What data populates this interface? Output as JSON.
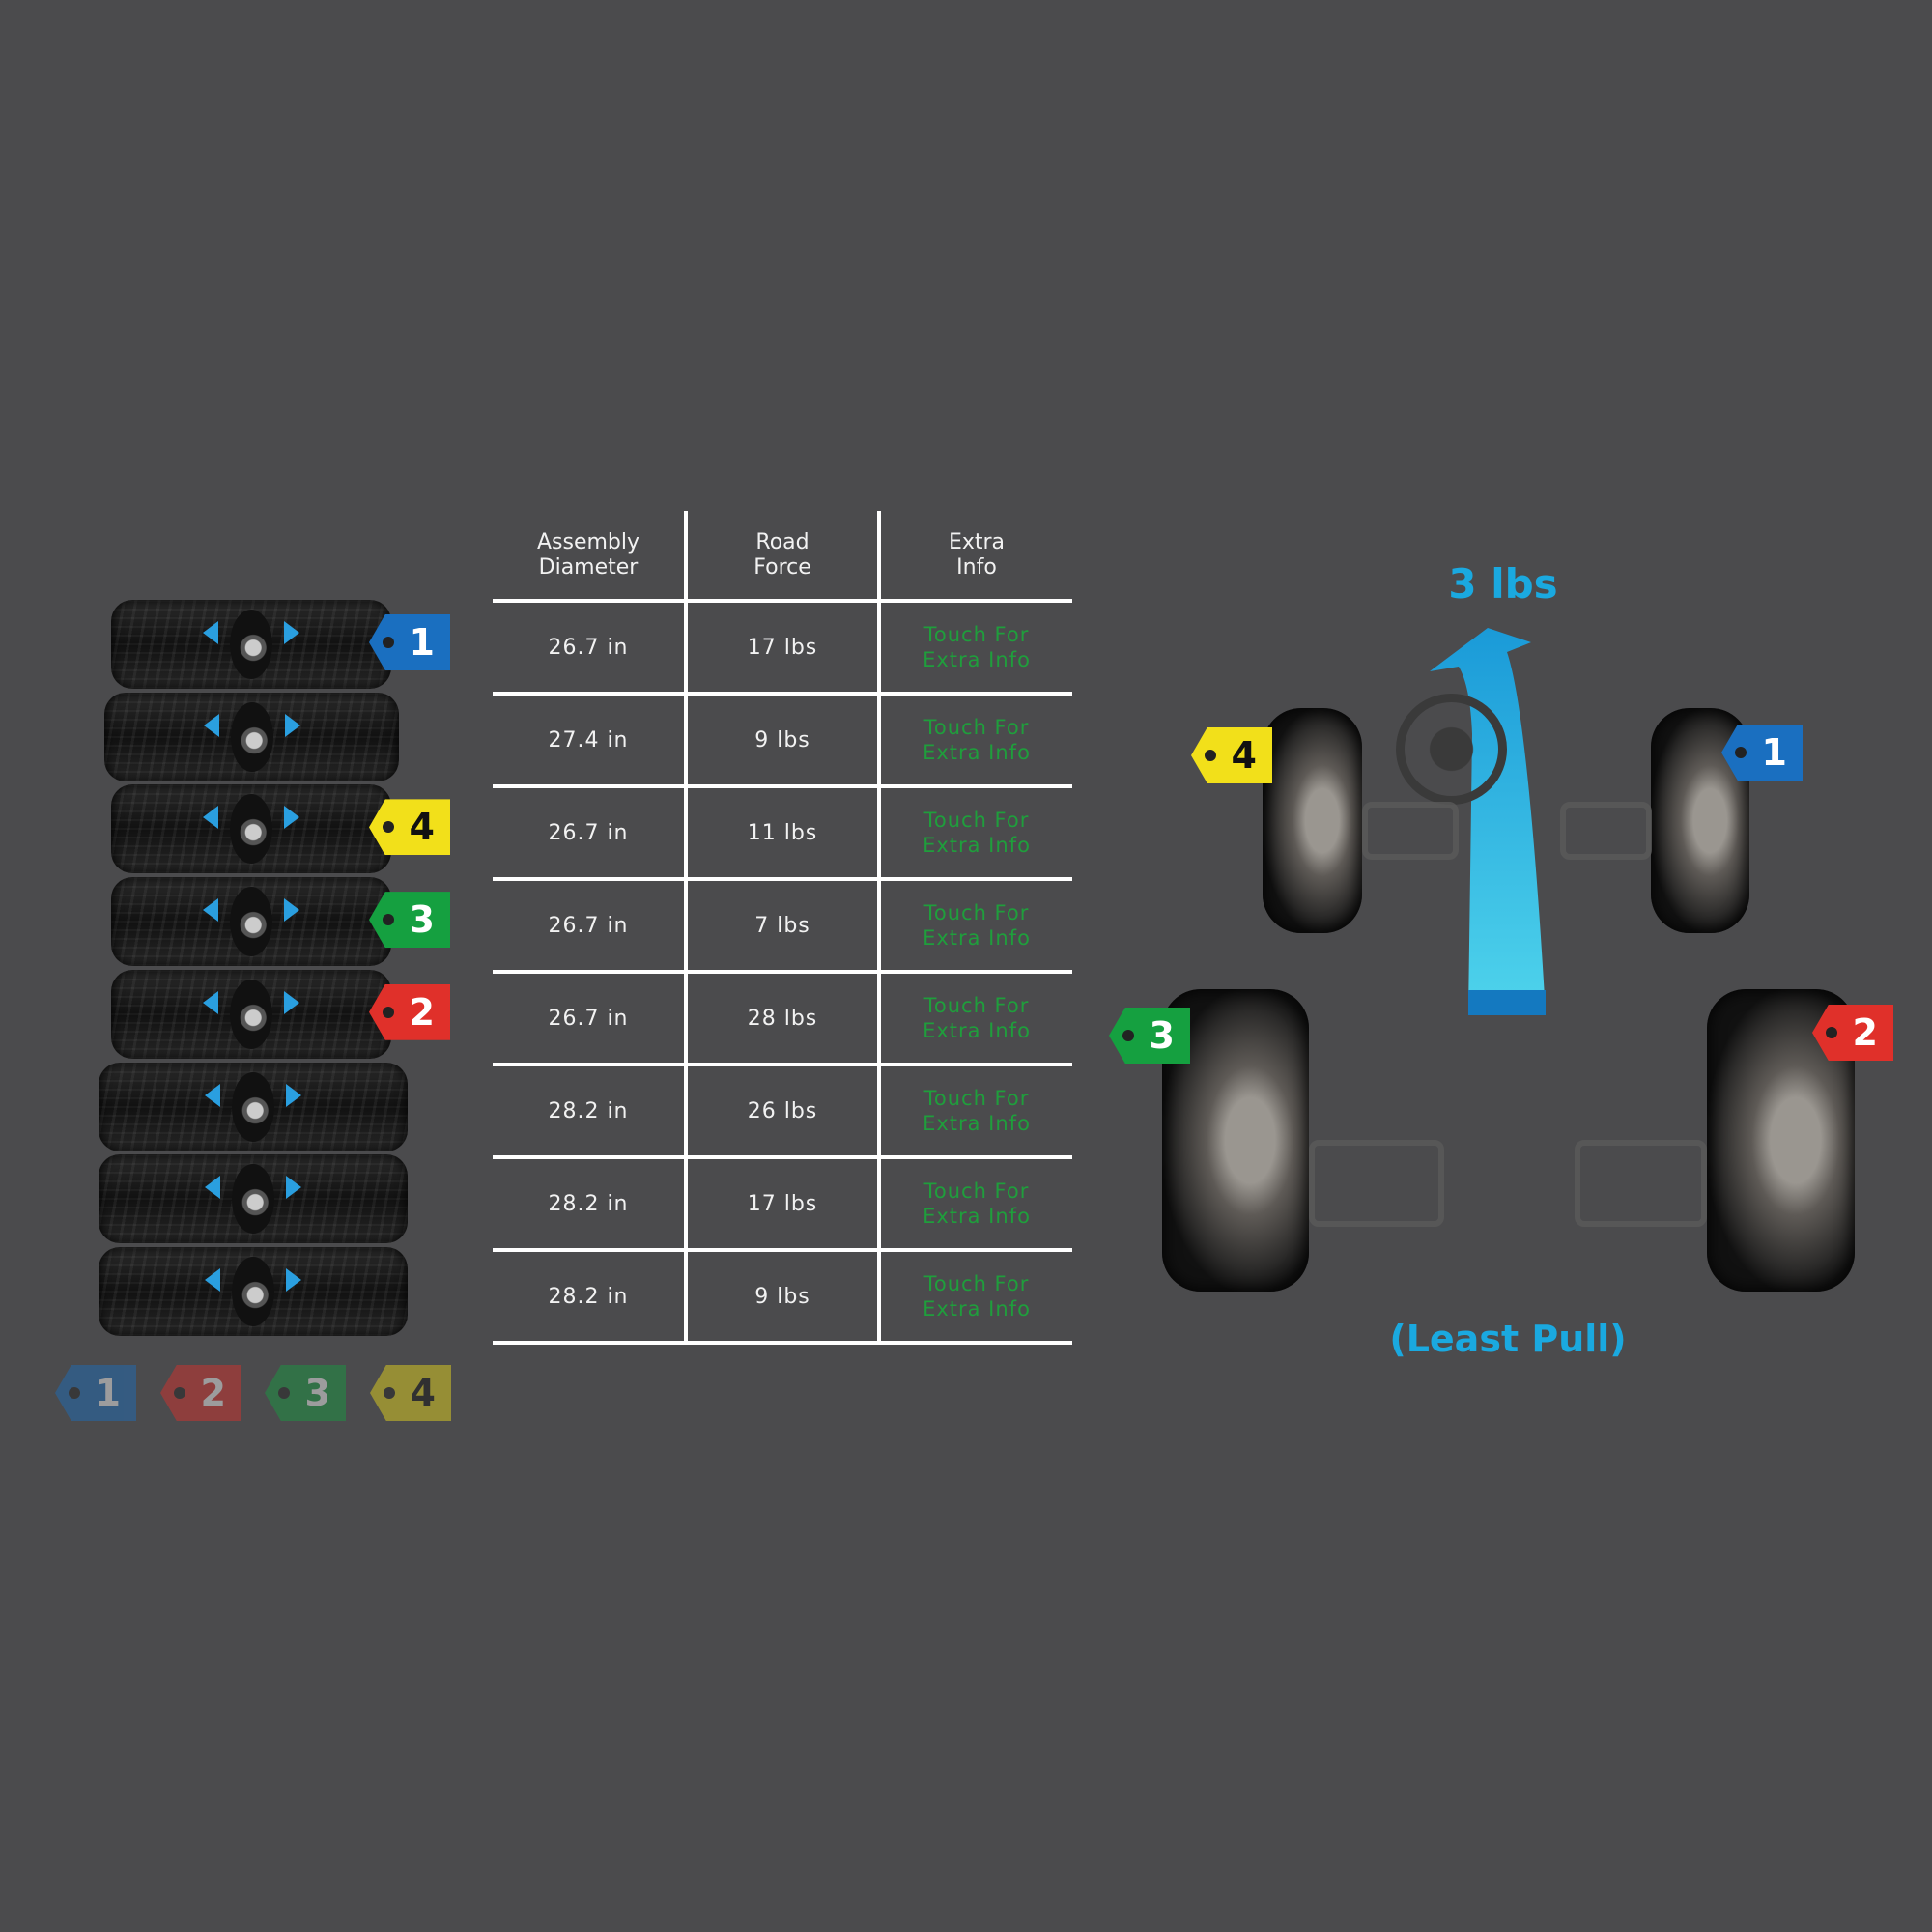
{
  "table": {
    "headers": [
      {
        "line1": "Assembly",
        "line2": "Diameter"
      },
      {
        "line1": "Road",
        "line2": "Force"
      },
      {
        "line1": "Extra",
        "line2": "Info"
      }
    ],
    "rows": [
      {
        "diameter": "26.7 in",
        "force": "17 lbs",
        "info1": "Touch For",
        "info2": "Extra Info"
      },
      {
        "diameter": "27.4 in",
        "force": "9 lbs",
        "info1": "Touch For",
        "info2": "Extra Info"
      },
      {
        "diameter": "26.7 in",
        "force": "11 lbs",
        "info1": "Touch For",
        "info2": "Extra Info"
      },
      {
        "diameter": "26.7 in",
        "force": "7 lbs",
        "info1": "Touch For",
        "info2": "Extra Info"
      },
      {
        "diameter": "26.7 in",
        "force": "28 lbs",
        "info1": "Touch For",
        "info2": "Extra Info"
      },
      {
        "diameter": "28.2 in",
        "force": "26 lbs",
        "info1": "Touch For",
        "info2": "Extra Info"
      },
      {
        "diameter": "28.2 in",
        "force": "17 lbs",
        "info1": "Touch For",
        "info2": "Extra Info"
      },
      {
        "diameter": "28.2 in",
        "force": "9 lbs",
        "info1": "Touch For",
        "info2": "Extra Info"
      }
    ]
  },
  "tire_tags": [
    "1",
    "",
    "4",
    "3",
    "2",
    "",
    "",
    ""
  ],
  "legend_tags": [
    "1",
    "2",
    "3",
    "4"
  ],
  "tag_colors": {
    "1": "#1a6fc0",
    "2": "#e0302a",
    "3": "#15a040",
    "4": "#f2e01a"
  },
  "vehicle": {
    "pull_value": "3 lbs",
    "pull_caption": "(Least Pull)",
    "tags": {
      "front_left": "4",
      "front_right": "1",
      "rear_left": "3",
      "rear_right": "2"
    }
  },
  "accent_color": "#1aa9e0"
}
